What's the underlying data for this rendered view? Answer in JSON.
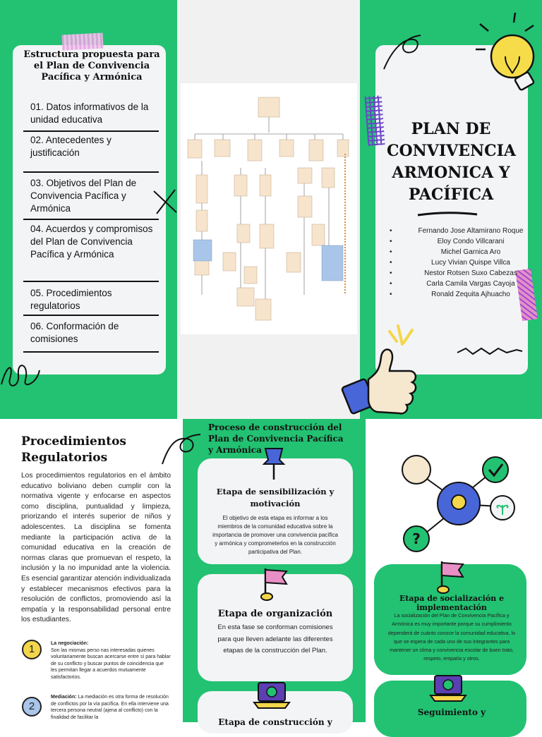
{
  "toc": {
    "title": "Estructura propuesta para el Plan de Convivencia Pacífica y Armónica",
    "items": [
      "01. Datos informativos de la unidad educativa",
      "02. Antecedentes y justificación",
      "03. Objetivos del Plan de Convivencia Pacífica y Armónica",
      "04. Acuerdos y compromisos del Plan de Convivencia Pacífica y Armónica",
      "05. Procedimientos regulatorios",
      "06. Conformación de comisiones"
    ]
  },
  "cover": {
    "title": "PLAN DE CONVIVENCIA ARMONICA Y PACÍFICA",
    "authors": [
      "Fernando Jose Altamirano Roque",
      "Eloy Condo Villcarani",
      "Michel Garnica Aro",
      "Lucy Vivian Quispe Villca",
      "Nestor Rotsen Suxo Cabezas",
      "Carla Camila Vargas Cayoja",
      "Ronald Zequita Ajhuacho"
    ]
  },
  "procedimientos": {
    "title": "Procedimientos Regulatorios",
    "body": "Los procedimientos regulatorios en el ámbito educativo boliviano deben cumplir con la normativa vigente y enfocarse en aspectos como disciplina, puntualidad y limpieza, priorizando el interés superior de niños y adolescentes. La disciplina se fomenta mediante la participación activa de la comunidad educativa en la creación de normas claras que promuevan el respeto, la inclusión y la no impunidad ante la violencia. Es esencial garantizar atención individualizada y establecer mecanismos efectivos para la resolución de conflictos, promoviendo así la empatía y la responsabilidad personal entre los estudiantes.",
    "item1_num": "1",
    "item1_label": "La negociación:",
    "item1_text": "Son las mismas perso nas interesadas quienes voluntariamente buscan acercarse entre sí para hablar de su conflicto y buscar puntos de coincidencia que les permitan llegar a acuerdos mutuamente satisfactorios.",
    "item2_num": "2",
    "item2_label": "Mediación:",
    "item2_text": "La mediación es otra forma de resolución de conflictos por la vía pacífica. En ella interviene una tercera persona neutral (ajena al conflicto) con la finalidad de facilitar la"
  },
  "proceso": {
    "title": "Proceso de construcción del Plan de Convivencia Pacífica y Armónica",
    "stage1_title": "Etapa de sensibilización y motivación",
    "stage1_text": "El objetivo de esta etapa es informar a los miembros de la comunidad educativa sobre la importancia de promover una convivencia pacífica y armónica y comprometerlos en la construcción participativa del Plan.",
    "stage2_title": "Etapa de organización",
    "stage2_text": "En esta fase se conforman comisiones para que lleven adelante las diferentes etapas de la construcción del Plan.",
    "stage3_title": "Etapa de construcción y"
  },
  "socializacion": {
    "title": "Etapa de socialización e implementación",
    "text": "La socialización del Plan de Convivencia Pacífica y Armónica es muy importante porque su cumplimiento dependerá de cuánto conoce la comunidad educativa, lo que se espera de cada uno de sus integrantes para mantener un clima y convivencia escolar de buen trato, respeto, empatía y otros.",
    "next_title": "Seguimiento y"
  },
  "colors": {
    "green": "#22c272",
    "card": "#f3f4f6",
    "accent_pink": "#e88fc5",
    "accent_purple": "#8a5ad6",
    "accent_yellow": "#f4d64a",
    "accent_blue": "#3b5fd8"
  }
}
